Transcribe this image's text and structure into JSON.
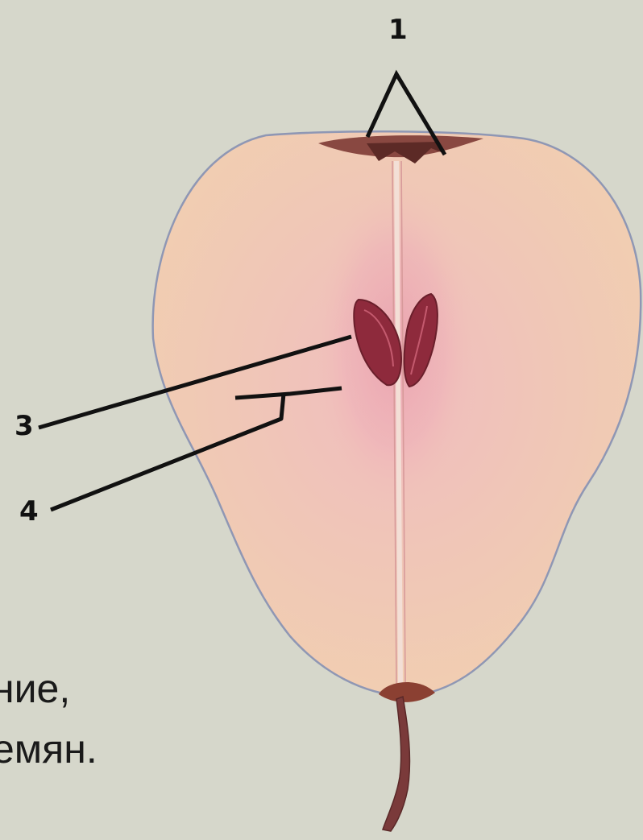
{
  "labels": {
    "one": "1",
    "three": "3",
    "four": "4"
  },
  "caption": {
    "line1": "ние,",
    "line2": "емян."
  },
  "colors": {
    "background": "#d6d7cb",
    "flesh": "#f0c7b5",
    "outline": "#8f97b4",
    "seed": "#8e2a3c",
    "stem": "#7a3a3a",
    "pointer": "#111111"
  }
}
